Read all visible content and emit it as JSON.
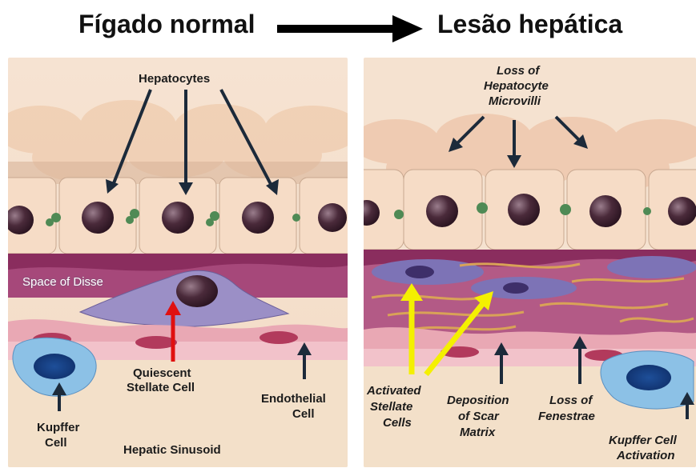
{
  "header": {
    "left_title": "Fígado normal",
    "right_title": "Lesão hepática"
  },
  "left_panel": {
    "labels": {
      "hepatocytes": "Hepatocytes",
      "space_of_disse": "Space of Disse",
      "quiescent_1": "Quiescent",
      "quiescent_2": "Stellate Cell",
      "endothelial_1": "Endothelial",
      "endothelial_2": "Cell",
      "kupffer_1": "Kupffer",
      "kupffer_2": "Cell",
      "sinusoid": "Hepatic Sinusoid"
    }
  },
  "right_panel": {
    "labels": {
      "loss_micro_1": "Loss of",
      "loss_micro_2": "Hepatocyte",
      "loss_micro_3": "Microvilli",
      "activated_1": "Activated",
      "activated_2": "Stellate",
      "activated_3": "Cells",
      "deposition_1": "Deposition",
      "deposition_2": "of Scar",
      "deposition_3": "Matrix",
      "fenestrae_1": "Loss of",
      "fenestrae_2": "Fenestrae",
      "kupffer_act_1": "Kupffer Cell",
      "kupffer_act_2": "Activation"
    }
  },
  "colors": {
    "arrow_dark": "#1c2a3a",
    "arrow_red": "#e01010",
    "arrow_yellow": "#f4f000",
    "hepatocyte": "#f6dcc6",
    "nucleus": "#4a2a3a",
    "stellate": "#8a7fb8",
    "endothelium": "#e9a8b4",
    "kupffer": "#6aa6d8"
  }
}
